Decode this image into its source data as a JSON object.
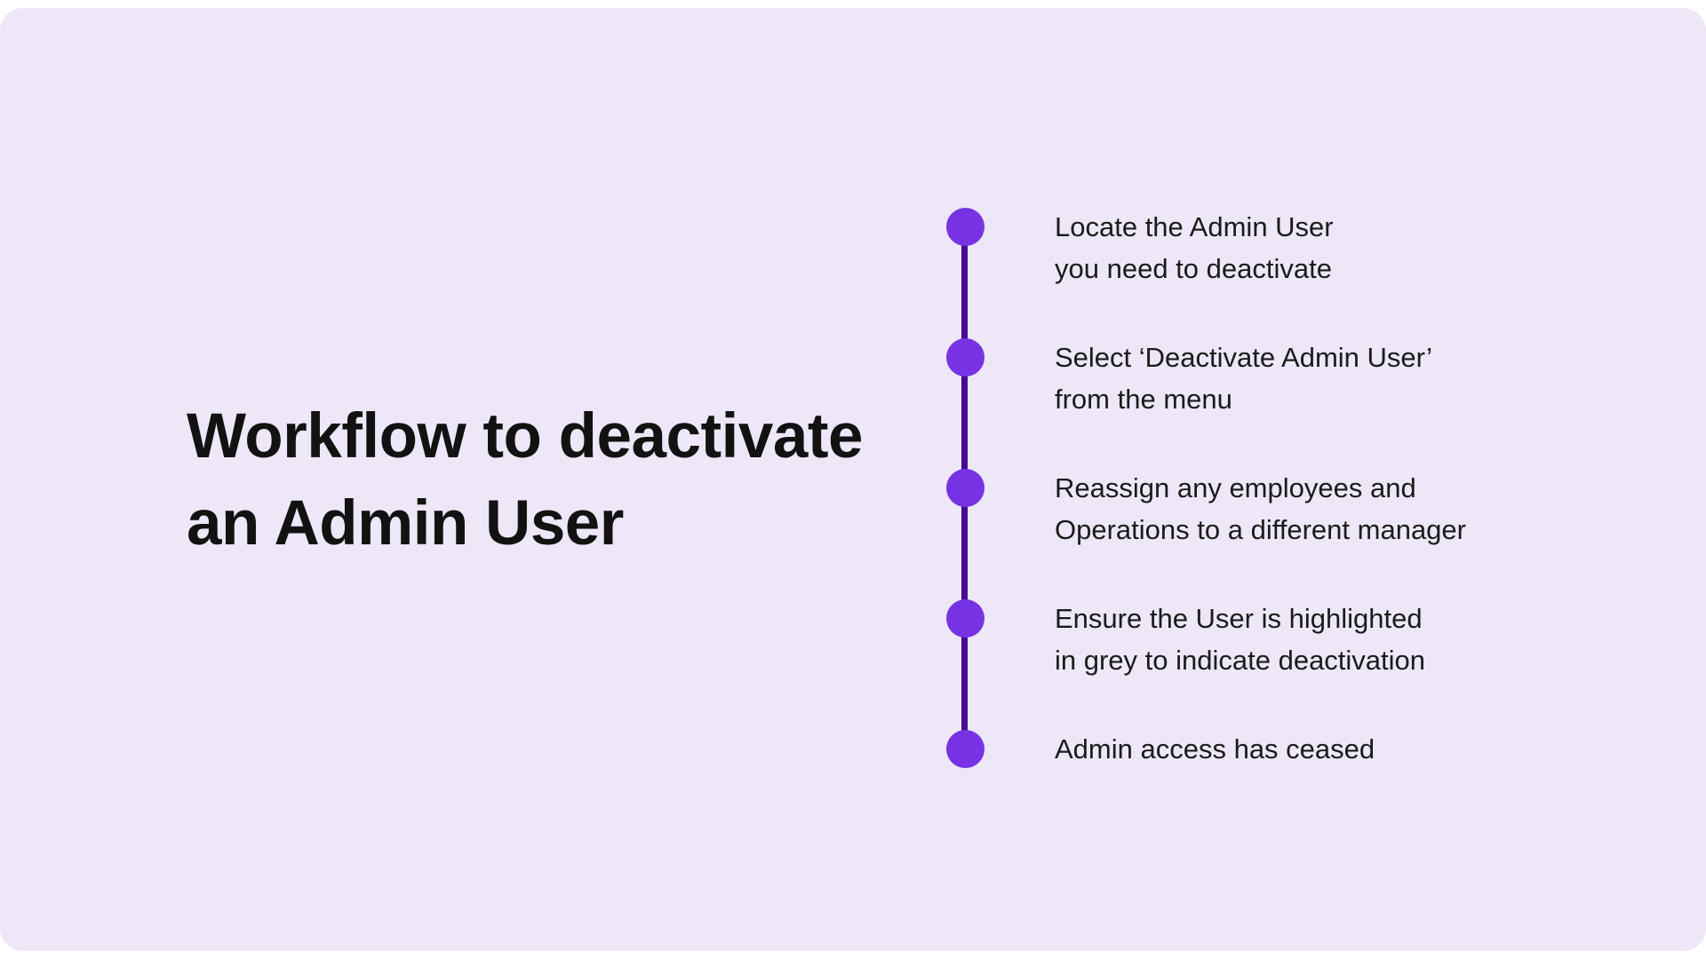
{
  "canvas": {
    "page_background": "#FFFFFF",
    "background": "#EDE7F8"
  },
  "title": {
    "line1": "Workflow to deactivate",
    "line2": "an Admin User"
  },
  "timeline": {
    "dot_color": "#7733E3",
    "line_color": "#470C8F",
    "text_color": "#1B1B1B",
    "steps": [
      {
        "line1": "Locate the Admin User",
        "line2": "you need to deactivate"
      },
      {
        "line1": "Select ‘Deactivate Admin User’",
        "line2": "from the menu"
      },
      {
        "line1": "Reassign any employees and",
        "line2": "Operations to a different manager"
      },
      {
        "line1": "Ensure the User is highlighted",
        "line2": "in grey to indicate deactivation"
      },
      {
        "line1": "Admin access has ceased",
        "line2": ""
      }
    ]
  }
}
